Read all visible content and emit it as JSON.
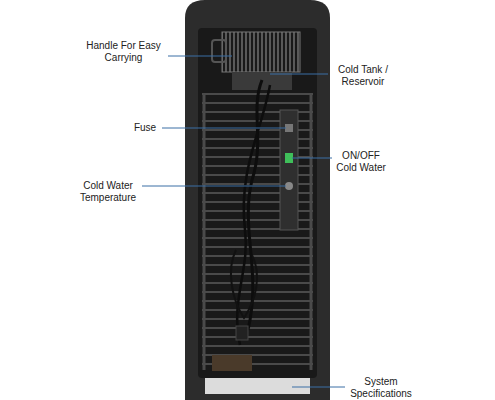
{
  "diagram": {
    "labels": [
      "Handle For Easy Carrying",
      "Cold Tank / Reservoir",
      "Fuse",
      "ON/OFF Cold Water",
      "Cold Water Temperature",
      "System Specifications"
    ]
  }
}
